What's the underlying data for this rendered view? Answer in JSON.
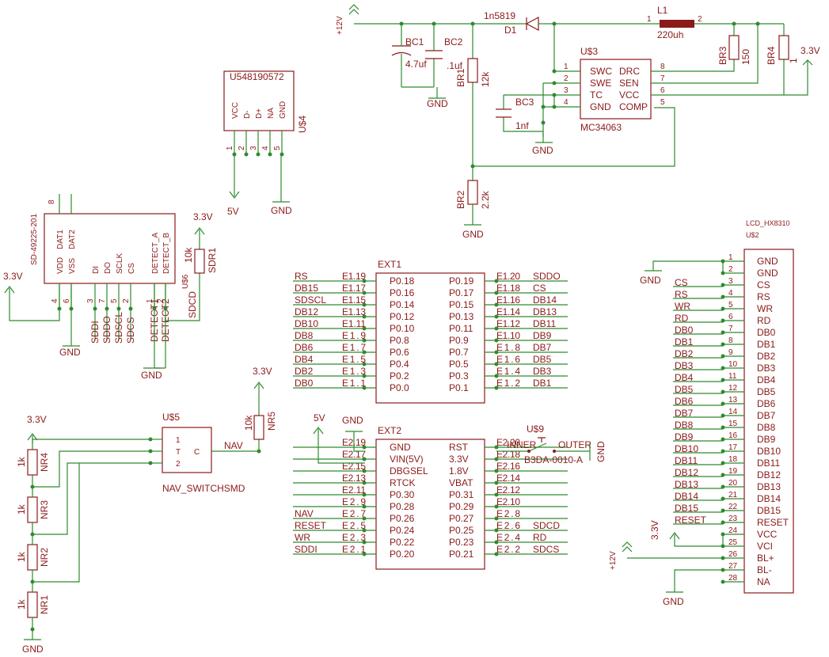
{
  "power": {
    "v12": "+12V",
    "v5": "5V",
    "v33": "3.3V",
    "gnd": "GND"
  },
  "regulator": {
    "diode_part": "1n5819",
    "diode_ref": "D1",
    "inductor_ref": "L1",
    "inductor_val": "220uh",
    "inductor_pin1": "1",
    "inductor_pin2": "2",
    "bc1_ref": "BC1",
    "bc1_val": "4.7uf",
    "bc2_ref": "BC2",
    "bc2_val": ".1uf",
    "bc3_ref": "BC3",
    "bc3_val": "1nf",
    "br1_ref": "BR1",
    "br1_val": "12k",
    "br2_ref": "BR2",
    "br2_val": "2.2k",
    "br3_ref": "BR3",
    "br3_val": "150",
    "br4_ref": "BR4",
    "br4_val": "1",
    "ic_ref": "U$3",
    "ic_part": "MC34063",
    "ic_pins_left": [
      {
        "num": "1",
        "name": "SWC"
      },
      {
        "num": "2",
        "name": "SWE"
      },
      {
        "num": "3",
        "name": "TC"
      },
      {
        "num": "4",
        "name": "GND"
      }
    ],
    "ic_pins_right": [
      {
        "num": "8",
        "name": "DRC"
      },
      {
        "num": "7",
        "name": "SEN"
      },
      {
        "num": "6",
        "name": "VCC"
      },
      {
        "num": "5",
        "name": "COMP"
      }
    ]
  },
  "usb": {
    "ref": "U$4",
    "part": "U548190572",
    "pins": [
      {
        "num": "1",
        "name": "VCC"
      },
      {
        "num": "2",
        "name": "D-"
      },
      {
        "num": "3",
        "name": "D+"
      },
      {
        "num": "4",
        "name": "NA"
      },
      {
        "num": "5",
        "name": "GND"
      }
    ]
  },
  "sd": {
    "ref": "U$6",
    "part": "SD-49225-201",
    "pin8": "8",
    "pins_top": [
      "DAT1",
      "DAT2"
    ],
    "pin_names": [
      "VDD",
      "VSS",
      "DI",
      "DO",
      "SCLK",
      "CS",
      "DETECT_A",
      "DETECT_B"
    ],
    "pin_nums": [
      "4",
      "6",
      "3",
      "7",
      "5",
      "2",
      "1",
      "2"
    ],
    "nets": [
      "SDDI",
      "SDDO",
      "SDSCL",
      "SDCS",
      "DETECT1",
      "DETECT2",
      "SDCD"
    ],
    "res_ref": "SDR1",
    "res_val": "10k"
  },
  "nav": {
    "ref": "U$5",
    "part": "NAV_SWITCHSMD",
    "pins_left": [
      "1",
      "T",
      "2"
    ],
    "pin_right": "C",
    "net": "NAV",
    "nr5_ref": "NR5",
    "nr5_val": "10k",
    "chain": [
      {
        "ref": "NR4",
        "val": "1k"
      },
      {
        "ref": "NR3",
        "val": "1k"
      },
      {
        "ref": "NR2",
        "val": "1k"
      },
      {
        "ref": "NR1",
        "val": "1k"
      }
    ]
  },
  "ext1": {
    "ref": "EXT1",
    "rows": [
      {
        "lnet": "RS",
        "lpin": "E1.19",
        "lname": "P0.18",
        "rname": "P0.19",
        "rpin": "E1.20",
        "rnet": "SDDO"
      },
      {
        "lnet": "DB15",
        "lpin": "E1.17",
        "lname": "P0.16",
        "rname": "P0.17",
        "rpin": "E1.18",
        "rnet": "CS"
      },
      {
        "lnet": "SDSCL",
        "lpin": "E1.15",
        "lname": "P0.14",
        "rname": "P0.15",
        "rpin": "E1.16",
        "rnet": "DB14"
      },
      {
        "lnet": "DB12",
        "lpin": "E1.13",
        "lname": "P0.12",
        "rname": "P0.13",
        "rpin": "E1.14",
        "rnet": "DB13"
      },
      {
        "lnet": "DB10",
        "lpin": "E1.11",
        "lname": "P0.10",
        "rname": "P0.11",
        "rpin": "E1.12",
        "rnet": "DB11"
      },
      {
        "lnet": "DB8",
        "lpin": "E1.9",
        "lname": "P0.8",
        "rname": "P0.9",
        "rpin": "E1.10",
        "rnet": "DB9"
      },
      {
        "lnet": "DB6",
        "lpin": "E1.7",
        "lname": "P0.6",
        "rname": "P0.7",
        "rpin": "E1.8",
        "rnet": "DB7"
      },
      {
        "lnet": "DB4",
        "lpin": "E1.5",
        "lname": "P0.4",
        "rname": "P0.5",
        "rpin": "E1.6",
        "rnet": "DB5"
      },
      {
        "lnet": "DB2",
        "lpin": "E1.3",
        "lname": "P0.2",
        "rname": "P0.3",
        "rpin": "E1.4",
        "rnet": "DB3"
      },
      {
        "lnet": "DB0",
        "lpin": "E1.1",
        "lname": "P0.0",
        "rname": "P0.1",
        "rpin": "E1.2",
        "rnet": "DB1"
      }
    ]
  },
  "ext2": {
    "ref": "EXT2",
    "rows": [
      {
        "lnet": "",
        "lpin": "E2.19",
        "lname": "GND",
        "rname": "RST",
        "rpin": "E2.20",
        "rnet": ""
      },
      {
        "lnet": "",
        "lpin": "E2.17",
        "lname": "VIN(5V)",
        "rname": "3.3V",
        "rpin": "E2.18",
        "rnet": ""
      },
      {
        "lnet": "",
        "lpin": "E2.15",
        "lname": "DBGSEL",
        "rname": "1.8V",
        "rpin": "E2.16",
        "rnet": ""
      },
      {
        "lnet": "",
        "lpin": "E2.13",
        "lname": "RTCK",
        "rname": "VBAT",
        "rpin": "E2.14",
        "rnet": ""
      },
      {
        "lnet": "",
        "lpin": "E2.11",
        "lname": "P0.30",
        "rname": "P0.31",
        "rpin": "E2.12",
        "rnet": ""
      },
      {
        "lnet": "",
        "lpin": "E2.9",
        "lname": "P0.28",
        "rname": "P0.29",
        "rpin": "E2.10",
        "rnet": ""
      },
      {
        "lnet": "NAV",
        "lpin": "E2.7",
        "lname": "P0.26",
        "rname": "P0.27",
        "rpin": "E2.8",
        "rnet": ""
      },
      {
        "lnet": "RESET",
        "lpin": "E2.5",
        "lname": "P0.24",
        "rname": "P0.25",
        "rpin": "E2.6",
        "rnet": "SDCD"
      },
      {
        "lnet": "WR",
        "lpin": "E2.3",
        "lname": "P0.22",
        "rname": "P0.23",
        "rpin": "E2.4",
        "rnet": "RD"
      },
      {
        "lnet": "SDDI",
        "lpin": "E2.1",
        "lname": "P0.20",
        "rname": "P0.21",
        "rpin": "E2.2",
        "rnet": "SDCS"
      }
    ]
  },
  "switch": {
    "ref": "U$9",
    "part": "B3DA-0010-A",
    "inner": "INNER",
    "outer": "OUTER",
    "gnd": "GND"
  },
  "lcd": {
    "part": "LCD_HX8310",
    "ref": "U$2",
    "pins": [
      {
        "num": "1",
        "name": "GND",
        "net": ""
      },
      {
        "num": "2",
        "name": "GND",
        "net": ""
      },
      {
        "num": "3",
        "name": "CS",
        "net": "CS"
      },
      {
        "num": "4",
        "name": "RS",
        "net": "RS"
      },
      {
        "num": "5",
        "name": "WR",
        "net": "WR"
      },
      {
        "num": "6",
        "name": "RD",
        "net": "RD"
      },
      {
        "num": "7",
        "name": "DB0",
        "net": "DB0"
      },
      {
        "num": "8",
        "name": "DB1",
        "net": "DB1"
      },
      {
        "num": "9",
        "name": "DB2",
        "net": "DB2"
      },
      {
        "num": "10",
        "name": "DB3",
        "net": "DB3"
      },
      {
        "num": "11",
        "name": "DB4",
        "net": "DB4"
      },
      {
        "num": "12",
        "name": "DB5",
        "net": "DB5"
      },
      {
        "num": "13",
        "name": "DB6",
        "net": "DB6"
      },
      {
        "num": "14",
        "name": "DB7",
        "net": "DB7"
      },
      {
        "num": "15",
        "name": "DB8",
        "net": "DB8"
      },
      {
        "num": "16",
        "name": "DB9",
        "net": "DB9"
      },
      {
        "num": "17",
        "name": "DB10",
        "net": "DB10"
      },
      {
        "num": "18",
        "name": "DB11",
        "net": "DB11"
      },
      {
        "num": "19",
        "name": "DB12",
        "net": "DB12"
      },
      {
        "num": "20",
        "name": "DB13",
        "net": "DB13"
      },
      {
        "num": "21",
        "name": "DB14",
        "net": "DB14"
      },
      {
        "num": "22",
        "name": "DB15",
        "net": "DB15"
      },
      {
        "num": "23",
        "name": "RESET",
        "net": "RESET"
      },
      {
        "num": "24",
        "name": "VCC",
        "net": ""
      },
      {
        "num": "25",
        "name": "VCI",
        "net": ""
      },
      {
        "num": "26",
        "name": "BL+",
        "net": ""
      },
      {
        "num": "27",
        "name": "BL-",
        "net": ""
      },
      {
        "num": "28",
        "name": "NA",
        "net": ""
      }
    ]
  }
}
